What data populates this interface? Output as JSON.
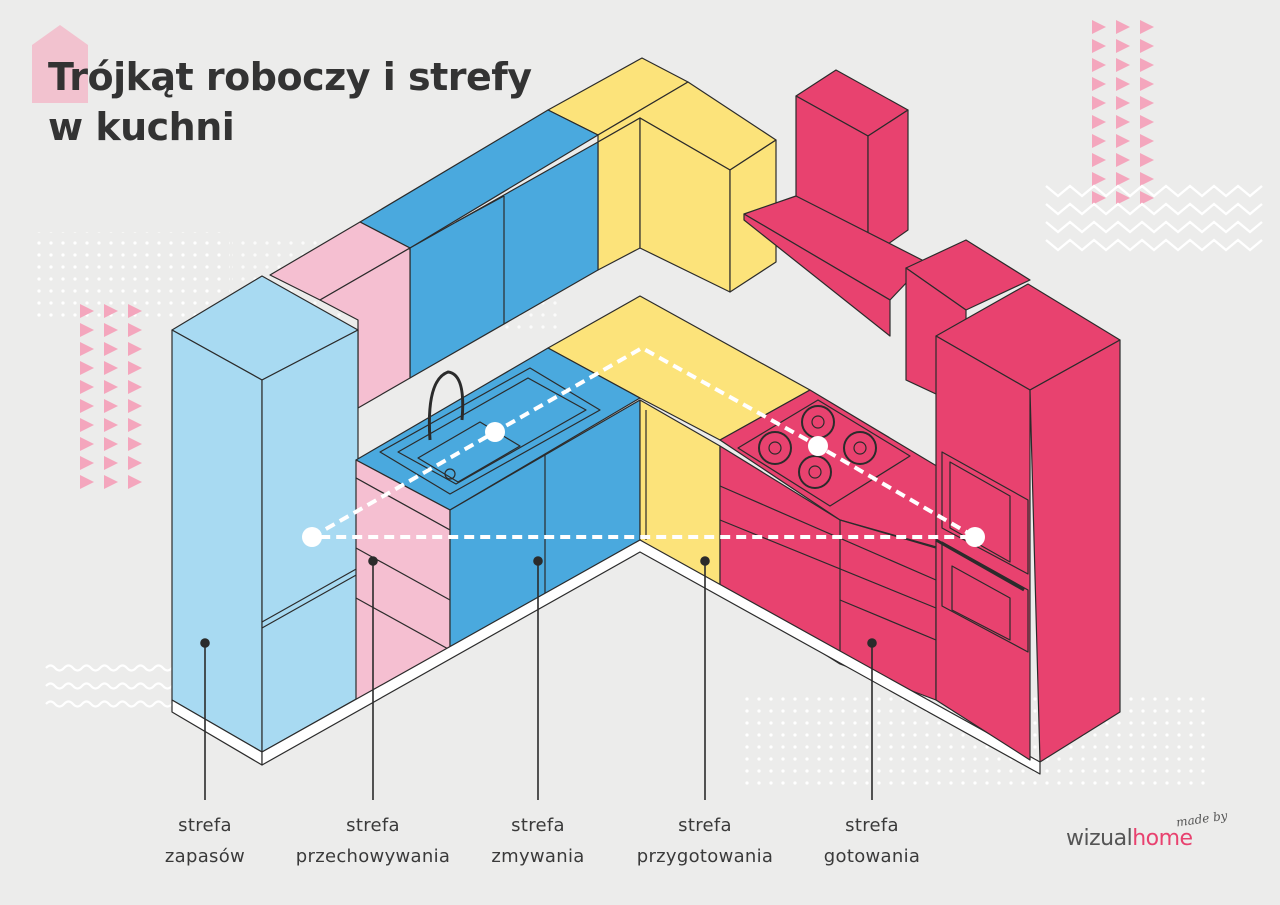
{
  "title": {
    "line1": "Trójkąt roboczy i strefy",
    "line2": "w kuchni"
  },
  "zones": [
    {
      "id": "zapasow",
      "line1": "strefa",
      "line2": "zapasów",
      "color": "#a8daf2"
    },
    {
      "id": "przechowywania",
      "line1": "strefa",
      "line2": "przechowywania",
      "color": "#f5bfd1"
    },
    {
      "id": "zmywania",
      "line1": "strefa",
      "line2": "zmywania",
      "color": "#4aa9de"
    },
    {
      "id": "przygotowania",
      "line1": "strefa",
      "line2": "przygotowania",
      "color": "#fce37a"
    },
    {
      "id": "gotowania",
      "line1": "strefa",
      "line2": "gotowania",
      "color": "#e8426f"
    }
  ],
  "brand": {
    "tagline": "made by",
    "name_part1": "wizual",
    "name_part2": "home"
  },
  "colors": {
    "background": "#ececeb",
    "outline": "#2b2b2b",
    "triangle": "#ffffff",
    "accent_pink": "#f4a6bd"
  }
}
